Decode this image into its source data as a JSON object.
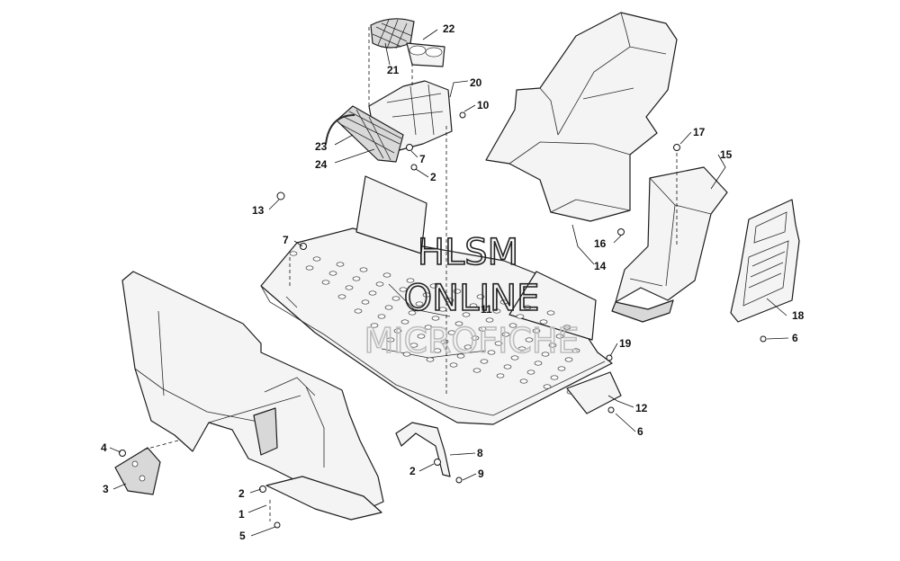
{
  "watermark": {
    "line1": "HLSM",
    "line2": "ONLINE",
    "line3": "MICROFICHE",
    "color_dark": "#222222",
    "color_light": "#bdbdbd"
  },
  "callouts": [
    "1",
    "2",
    "2",
    "2",
    "3",
    "4",
    "5",
    "6",
    "6",
    "7",
    "7",
    "8",
    "9",
    "10",
    "11",
    "12",
    "13",
    "14",
    "15",
    "16",
    "17",
    "18",
    "19",
    "20",
    "21",
    "22",
    "23",
    "24"
  ]
}
